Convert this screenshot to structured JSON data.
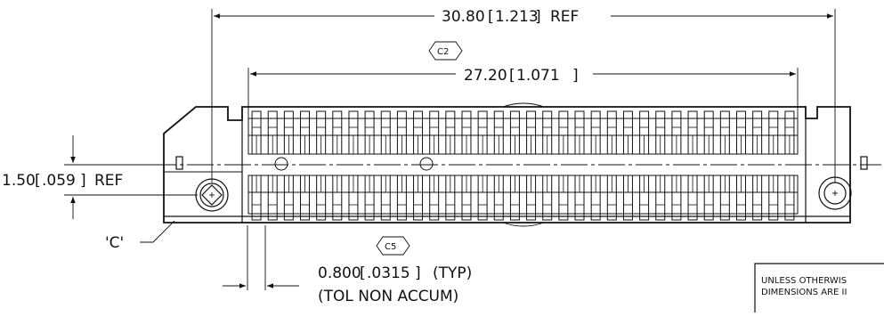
{
  "dimensions": {
    "overall": {
      "value": "30.80",
      "alt": "1.213",
      "suffix": "REF"
    },
    "pin_field": {
      "value": "27.20",
      "alt": "1.071"
    },
    "offset": {
      "value": "1.50",
      "alt": ".059",
      "suffix": "REF"
    },
    "pitch": {
      "value": "0.800",
      "alt": ".0315",
      "suffix": "(TYP)",
      "note": "(TOL NON ACCUM)"
    }
  },
  "revision_tags": {
    "c2": "C2",
    "c5": "C5"
  },
  "callout_label": "'C'",
  "title_block": {
    "line1": "UNLESS  OTHERWIS",
    "line2": "DIMENSIONS ARE II"
  },
  "pin_count_per_row": 34
}
